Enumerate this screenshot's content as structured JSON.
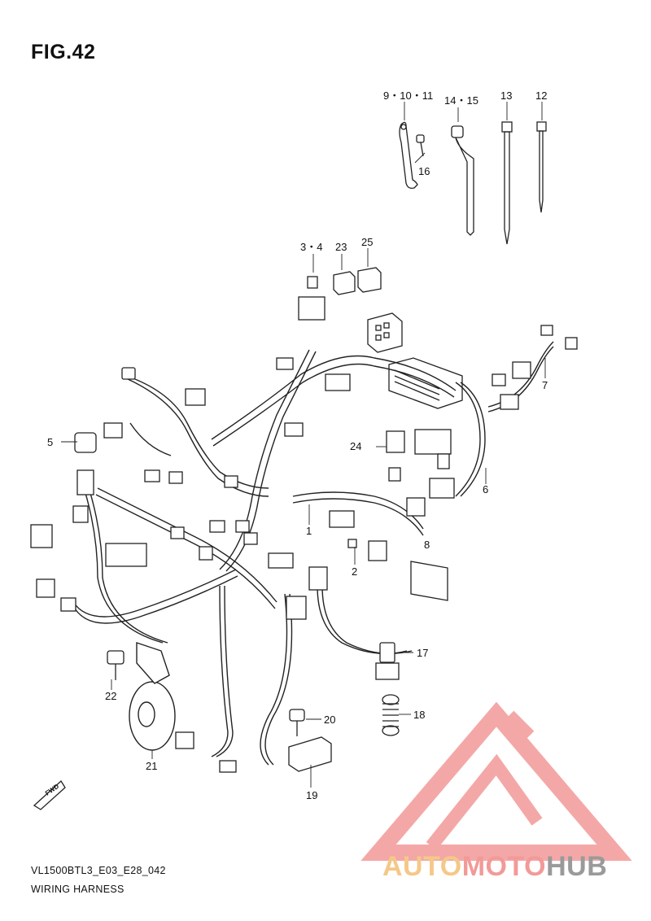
{
  "figure": {
    "title": "FIG.42"
  },
  "callouts": [
    {
      "id": "c-9-10-11",
      "label": "9・10・11"
    },
    {
      "id": "c-14-15",
      "label": "14・15"
    },
    {
      "id": "c-13",
      "label": "13"
    },
    {
      "id": "c-12",
      "label": "12"
    },
    {
      "id": "c-16",
      "label": "16"
    },
    {
      "id": "c-3-4",
      "label": "3・4"
    },
    {
      "id": "c-23",
      "label": "23"
    },
    {
      "id": "c-25",
      "label": "25"
    },
    {
      "id": "c-7",
      "label": "7"
    },
    {
      "id": "c-5",
      "label": "5"
    },
    {
      "id": "c-24",
      "label": "24"
    },
    {
      "id": "c-6",
      "label": "6"
    },
    {
      "id": "c-1",
      "label": "1"
    },
    {
      "id": "c-2",
      "label": "2"
    },
    {
      "id": "c-8",
      "label": "8"
    },
    {
      "id": "c-17",
      "label": "17"
    },
    {
      "id": "c-18",
      "label": "18"
    },
    {
      "id": "c-20",
      "label": "20"
    },
    {
      "id": "c-19",
      "label": "19"
    },
    {
      "id": "c-22",
      "label": "22"
    },
    {
      "id": "c-21",
      "label": "21"
    }
  ],
  "fwd_label": "FWD",
  "footer": {
    "model_code": "VL1500BTL3_E03_E28_042",
    "part_name": "WIRING HARNESS"
  },
  "watermark": {
    "part1": "AUTO",
    "part2": "MOTO",
    "part3": "HUB",
    "colors": {
      "auto": "#f5c888",
      "moto": "#f29a98",
      "hub": "#9a9a9a",
      "logo": "#f29a98"
    }
  }
}
